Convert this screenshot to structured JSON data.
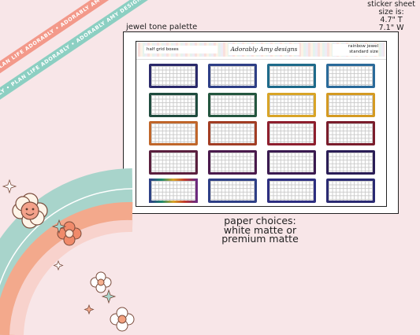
{
  "ribbons": {
    "pink": "ADORABLY • PLAN LIFE ADORABLY • ADORABLY AMY DESIGNS • PLAN LIFE ADORABLY",
    "teal": "ADORABLY • PLAN LIFE ADORABLY • ADORABLY AMY DESIGNS • PLAN LIFE ADORABLY"
  },
  "corner": {
    "line1": "sticker sheet",
    "line2": "size is:",
    "line3": "4.7\" T",
    "line4": "7.1\" W"
  },
  "palette_label": "jewel tone palette",
  "sheet": {
    "left_label": "half grid boxes",
    "logo": "Adorably Amy designs",
    "right_line1": "rainbow jewel",
    "right_line2": "standard size"
  },
  "paper": {
    "line1": "paper choices:",
    "line2": "white matte or",
    "line3": "premium matte"
  },
  "box_colors": [
    "#2b2a6b",
    "#2e3f86",
    "#1e6a8a",
    "#2a6a9a",
    "#1f4b3e",
    "#24563f",
    "#d8a427",
    "#d49a22",
    "#c0662a",
    "#a23d24",
    "#8e1f2e",
    "#7a1d2c",
    "#5a1f3e",
    "#4a1a4c",
    "#3a1a50",
    "#2a1d56",
    "rainbow",
    "#2e3f86",
    "#2d2e80",
    "#2a2a72"
  ]
}
